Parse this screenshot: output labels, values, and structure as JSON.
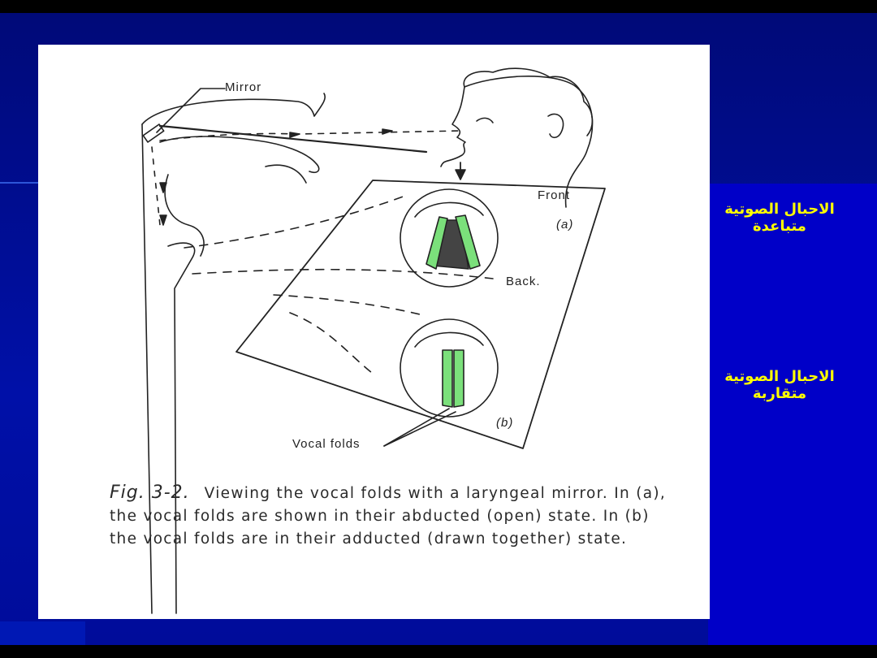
{
  "diagram": {
    "labels": {
      "mirror": "Mirror",
      "front": "Front",
      "a": "(a)",
      "back": "Back.",
      "b": "(b)",
      "vocal_folds": "Vocal folds"
    },
    "caption": {
      "fig": "Fig. 3-2.",
      "text": "Viewing the vocal folds with a laryngeal mirror. In (a), the vocal folds are shown in their abducted (open) state. In (b) the vocal folds are in their adducted (drawn together) state."
    }
  },
  "annotations": {
    "abducted_line1": "الاحبال الصوتية",
    "abducted_line2": "متباعدة",
    "adducted_line1": "الاحبال الصوتية",
    "adducted_line2": "متقاربة"
  },
  "colors": {
    "background": "#0010a8",
    "panel": "#ffffff",
    "annotation_text": "#ffff00",
    "fold_highlight": "#7be07b"
  }
}
